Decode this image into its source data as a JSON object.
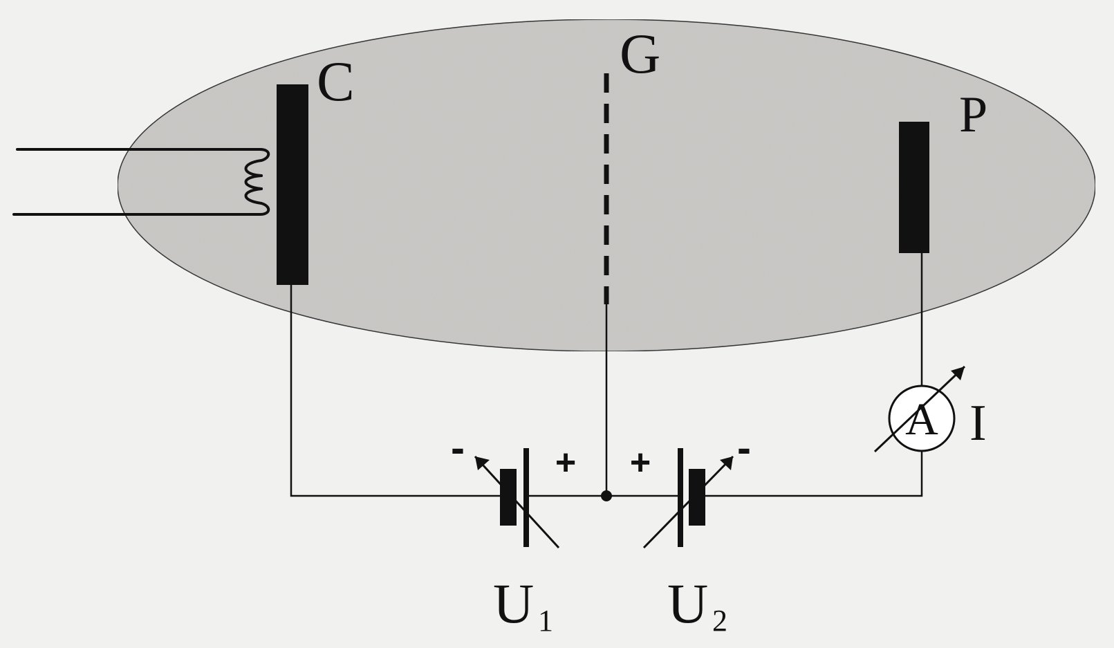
{
  "labels": {
    "cathode": "C",
    "grid": "G",
    "plate": "P",
    "ammeter": "A",
    "current": "I",
    "u1": "U",
    "u1_sub": "1",
    "u2": "U",
    "u2_sub": "2"
  },
  "polarity": {
    "u1_negative": "-",
    "u1_positive": "+",
    "u2_positive": "+",
    "u2_negative": "-"
  },
  "colors": {
    "tube_fill": "#c9c7c5",
    "ink": "#111111",
    "paper": "#f1f1f0"
  }
}
